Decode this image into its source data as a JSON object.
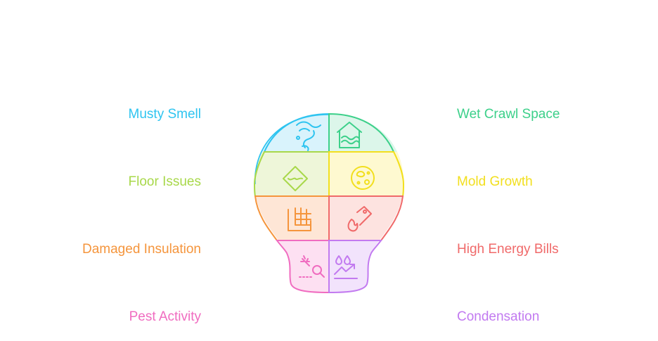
{
  "segments": [
    {
      "id": "musty-smell",
      "label": "Musty Smell",
      "color": "#2ec4f0",
      "fill": "#d9f3fc",
      "icon": "smell-icon"
    },
    {
      "id": "wet-crawl-space",
      "label": "Wet Crawl Space",
      "color": "#3cd08a",
      "fill": "#dcf6ea",
      "icon": "flooded-house-icon"
    },
    {
      "id": "floor-issues",
      "label": "Floor Issues",
      "color": "#a8d84a",
      "fill": "#eef6d9",
      "icon": "warped-floor-icon"
    },
    {
      "id": "mold-growth",
      "label": "Mold Growth",
      "color": "#f2df1e",
      "fill": "#fef9d0",
      "icon": "mold-icon"
    },
    {
      "id": "damaged-insulation",
      "label": "Damaged Insulation",
      "color": "#f5953c",
      "fill": "#fee6d6",
      "icon": "insulation-icon"
    },
    {
      "id": "high-energy-bills",
      "label": "High Energy Bills",
      "color": "#f06a6a",
      "fill": "#fde3e0",
      "icon": "energy-bill-icon"
    },
    {
      "id": "pest-activity",
      "label": "Pest Activity",
      "color": "#f06cc0",
      "fill": "#fde0f2",
      "icon": "pest-icon"
    },
    {
      "id": "condensation",
      "label": "Condensation",
      "color": "#c27af0",
      "fill": "#f2e3fc",
      "icon": "condensation-icon"
    }
  ]
}
